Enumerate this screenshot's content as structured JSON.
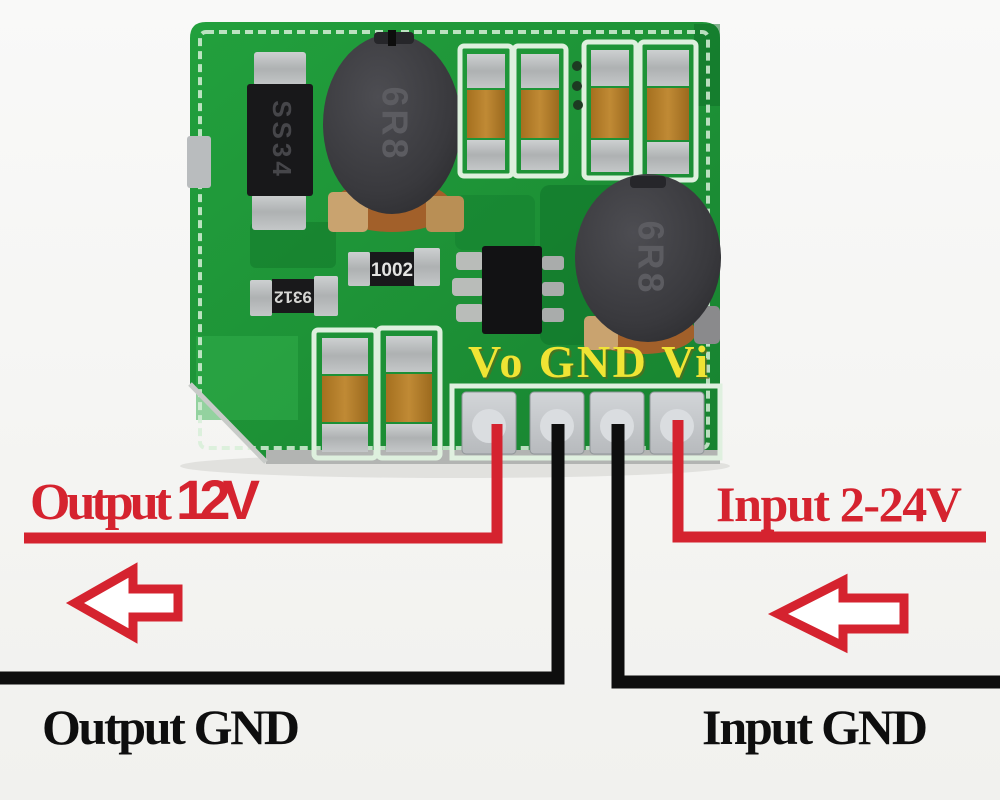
{
  "annotations": {
    "output_word": "Output",
    "output_value": "12V",
    "input_label": "Input 2-24V",
    "output_gnd_label": "Output GND",
    "input_gnd_label": "Input GND"
  },
  "board": {
    "pin_labels": "Vo GND Vi",
    "markings": {
      "diode": "SS34",
      "inductor_top": "6R8",
      "inductor_right": "6R8",
      "resistor_top": "1002",
      "resistor_left": "9312"
    }
  },
  "colors": {
    "annotation_red": "#d5232f",
    "annotation_black": "#0e0e0e",
    "pin_label_yellow": "#f0e434",
    "pcb_green": "#1f9337",
    "capacitor_orange": "#b5822e",
    "pad_silver": "#c6c9cc",
    "inductor_gray": "#3a3a3e",
    "copper": "#a2602a",
    "background": "#f7f7f5"
  }
}
